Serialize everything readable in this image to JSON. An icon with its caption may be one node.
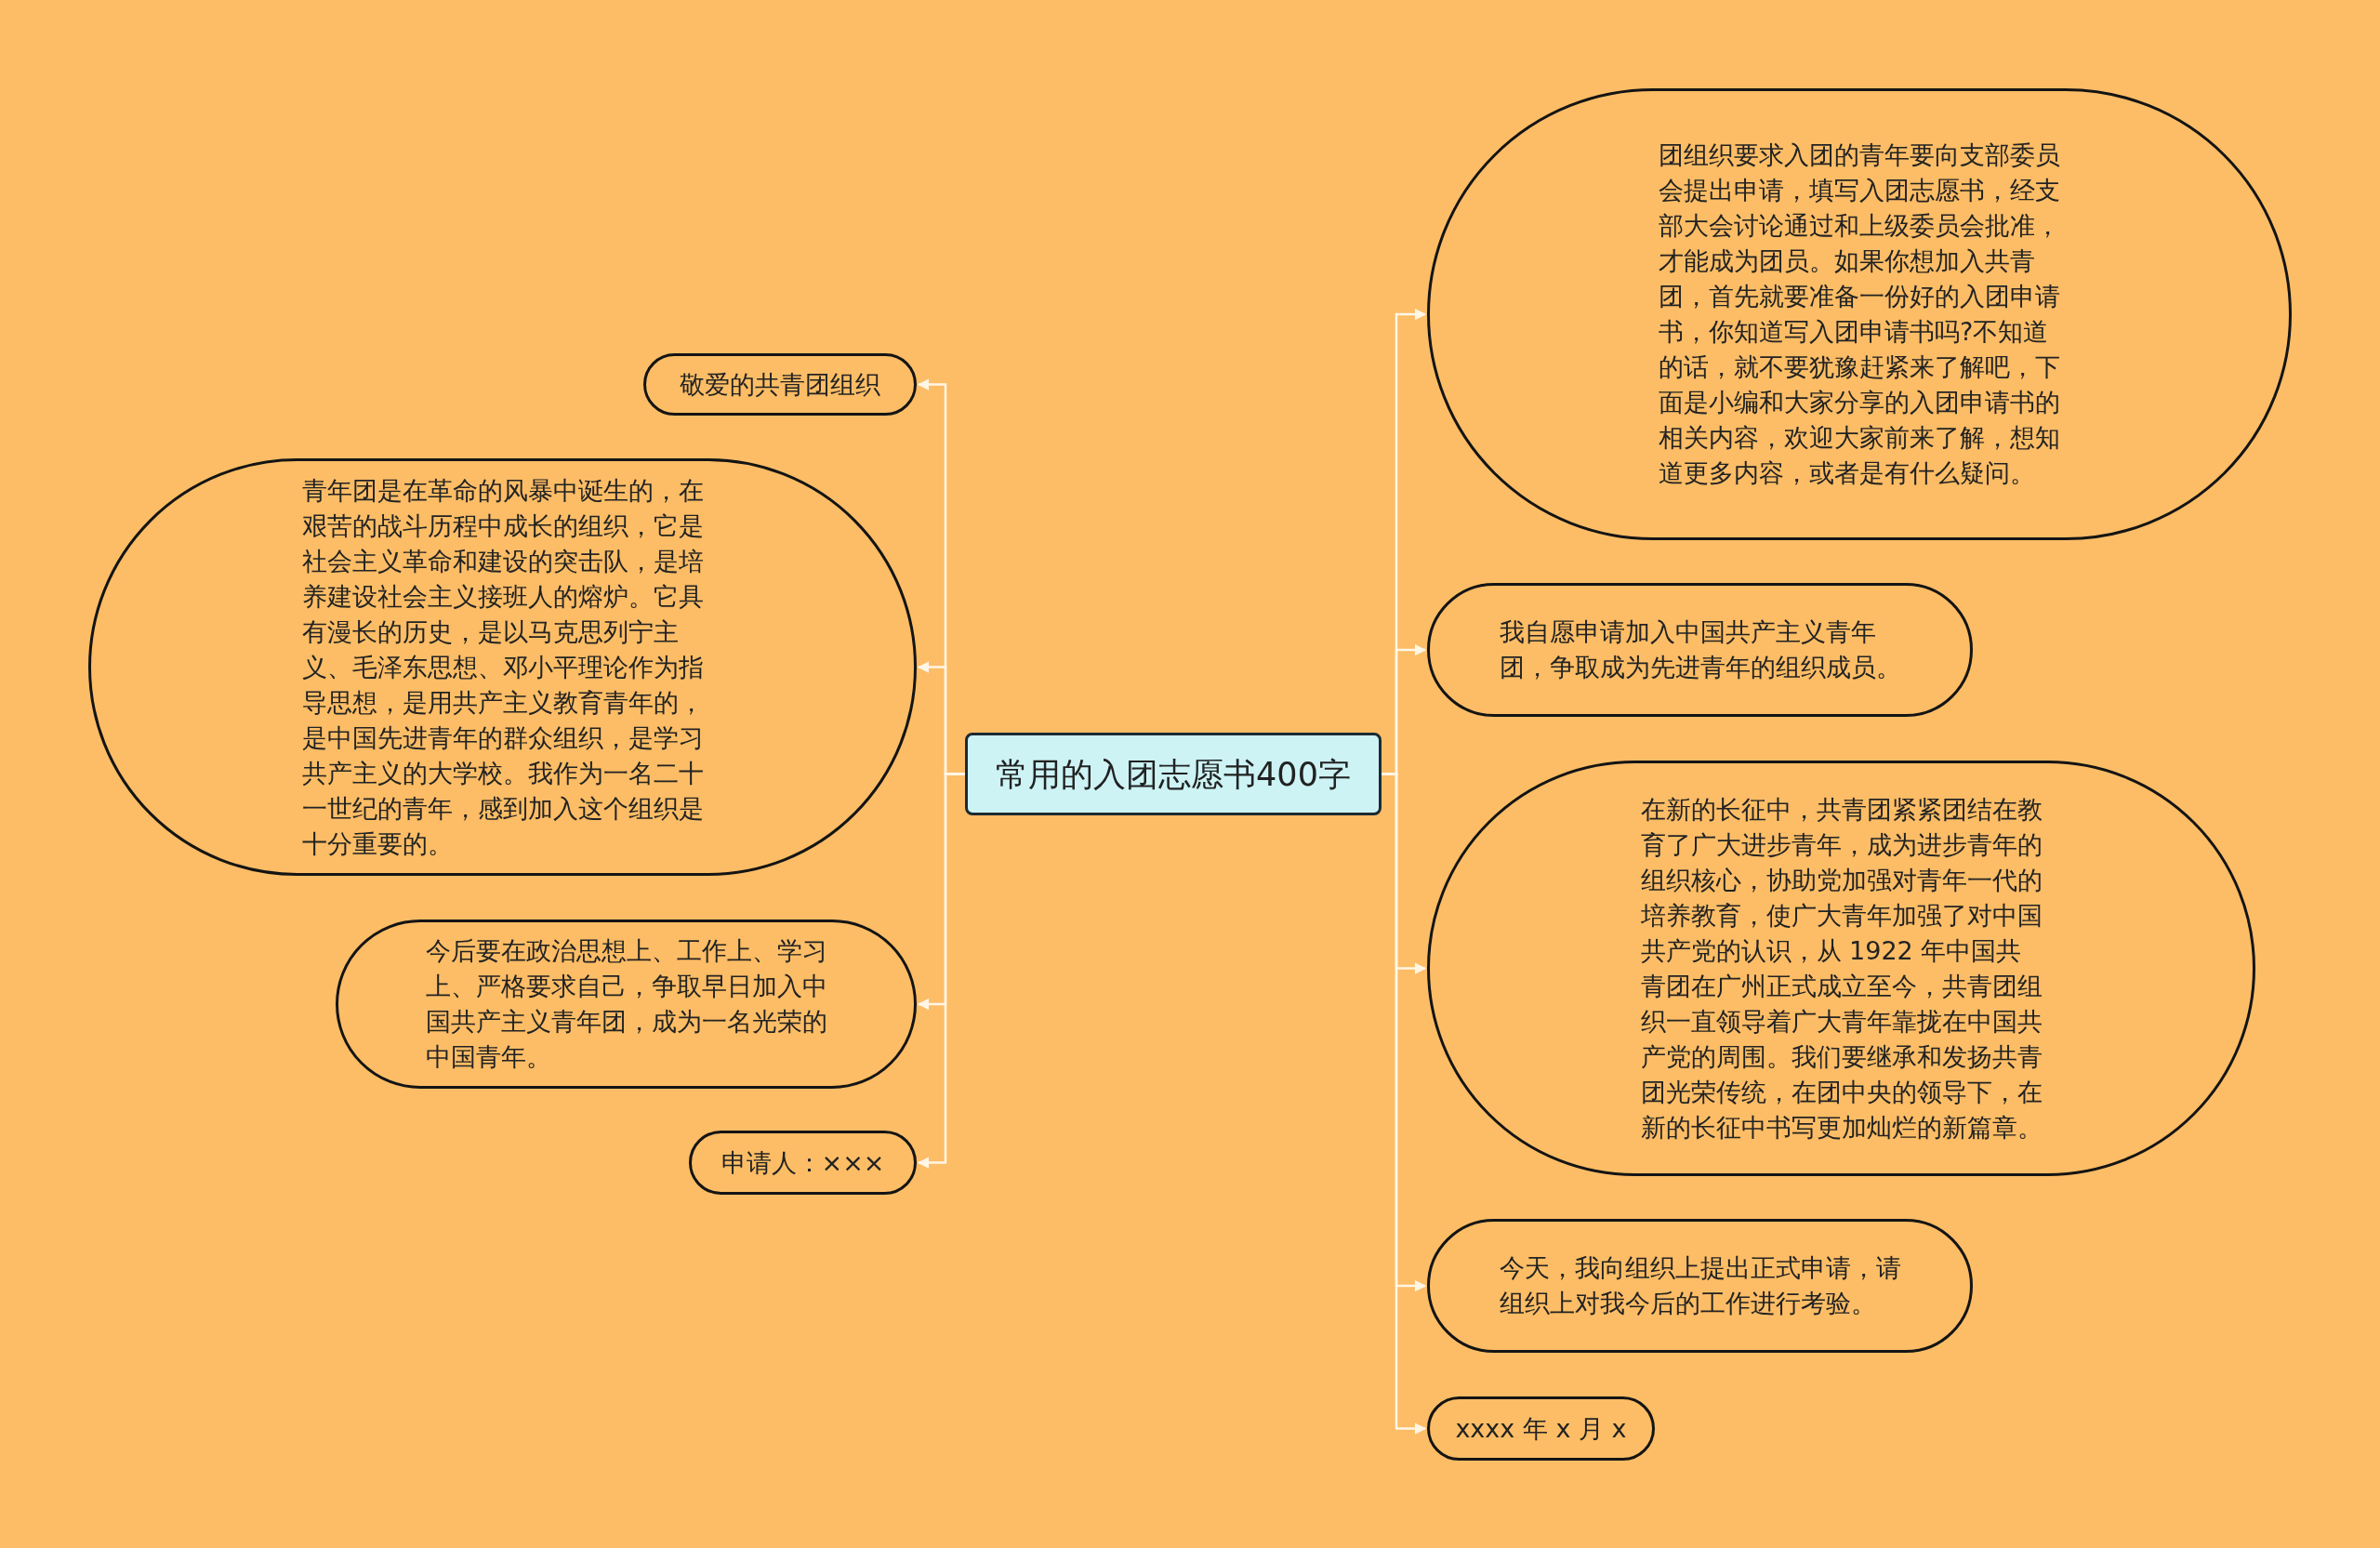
{
  "diagram": {
    "nodes": [
      {
        "text": [
          "常用的入团志愿书400字"
        ]
      },
      {
        "text": [
          "敬爱的共青团组织"
        ]
      },
      {
        "text": [
          "青年团是在革命的风暴中诞生的，在艰苦的战斗历程中成长的组织，它是社会主义革命和建设的突击队，是培养建设社会主义接班人的熔炉。它具有漫长的历史，是以马克思列宁主义、毛泽东思想、邓小平理论作为指导思想，是用共产主义教育青年的，是中国先进青年的群众组织，是学习共产主义的大学校。我作为一名二十一世纪的青年，感到加入这个组织是十分重要的。"
        ]
      },
      {
        "text": [
          "今后要在政治思想上、工作上、学习上、严格要求自己，争取早日加入中国共产主义青年团，成为一名光荣的中国青年。"
        ]
      },
      {
        "text": [
          "申请人：×××"
        ]
      },
      {
        "text": [
          "团组织要求入团的青年要向支部委员会提出申请，填写入团志愿书，经支部大会讨论通过和上级委员会批准，才能成为团员。如果你想加入共青团，首先就要准备一份好的入团申请书，你知道写入团申请书吗?不知道的话，就不要犹豫赶紧来了解吧，下面是小编和大家分享的入团申请书的相关内容，欢迎大家前来了解，想知道更多内容，或者是有什么疑问。"
        ]
      },
      {
        "text": [
          "我自愿申请加入中国共产主义青年团，争取成为先进青年的组织成员。"
        ]
      },
      {
        "text": [
          "在新的长征中，共青团紧紧团结在教育了广大进步青年，成为进步青年的组织核心，协助党加强对青年一代的培养教育，使广大青年加强了对中国共产党的认识，从 1922 年中国共青团在广州正式成立至今，共青团组织一直领导着广大青年靠拢在中国共产党的周围。我们要继承和发扬共青团光荣传统，在团中央的领导下，在新的长征中书写更加灿烂的新篇章。"
        ]
      },
      {
        "text": [
          "今天，我向组织上提出正式申请，请组织上对我今后的工作进行考验。"
        ]
      },
      {
        "text": [
          "xxxx 年 x 月 x"
        ]
      }
    ],
    "edges": [
      {
        "from": 0,
        "to": 1,
        "arrow": "to"
      },
      {
        "from": 0,
        "to": 2,
        "arrow": "to"
      },
      {
        "from": 0,
        "to": 3,
        "arrow": "to"
      },
      {
        "from": 0,
        "to": 4,
        "arrow": "to"
      },
      {
        "from": 0,
        "to": 5,
        "arrow": "to"
      },
      {
        "from": 0,
        "to": 6,
        "arrow": "to"
      },
      {
        "from": 0,
        "to": 7,
        "arrow": "to"
      },
      {
        "from": 0,
        "to": 8,
        "arrow": "to"
      },
      {
        "from": 0,
        "to": 9,
        "arrow": "to"
      }
    ]
  }
}
